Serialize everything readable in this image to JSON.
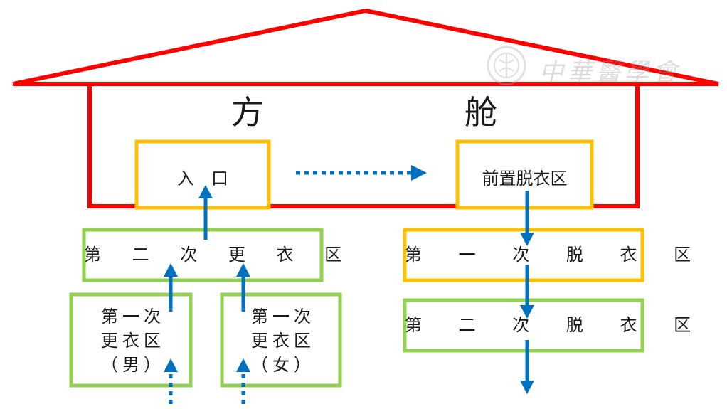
{
  "ward": {
    "title_left": "方",
    "title_right": "舱"
  },
  "watermark": {
    "text": "中華醫學會"
  },
  "boxes": {
    "entrance": "入　口",
    "pre_undress": "前置脱衣区",
    "second_change": "第 二 次 更 衣 区",
    "first_change_male": [
      "第一次",
      "更衣区",
      "（男）"
    ],
    "first_change_female": [
      "第一次",
      "更衣区",
      "（女）"
    ],
    "first_undress": "第 一 次 脱 衣 区",
    "second_undress": "第 二 次 脱 衣 区"
  },
  "colors": {
    "roof": "#ff0000",
    "entrance_box": "#ffc000",
    "change_box": "#92d050",
    "arrow": "#0070c0",
    "first_undress_box": "#ffc000",
    "second_undress_box": "#92d050"
  }
}
